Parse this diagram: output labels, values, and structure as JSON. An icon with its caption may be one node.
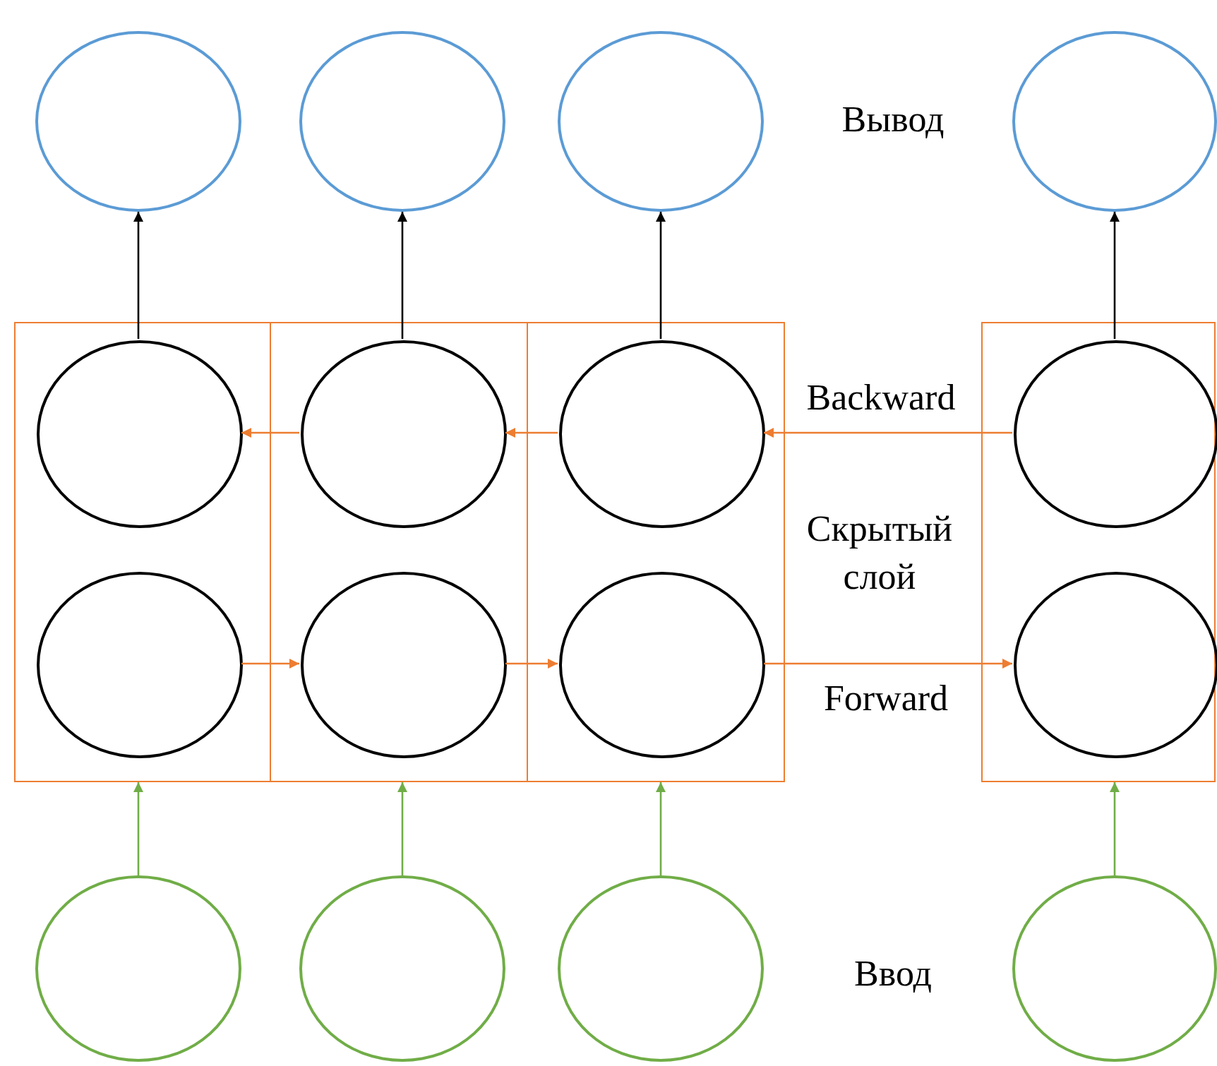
{
  "diagram": {
    "nodes": [
      {
        "text": [],
        "shape": "circle"
      },
      {
        "text": [],
        "shape": "circle"
      },
      {
        "text": [],
        "shape": "circle"
      },
      {
        "text": [],
        "shape": "circle"
      },
      {
        "text": [],
        "shape": "box"
      },
      {
        "text": [],
        "shape": "box"
      },
      {
        "text": [],
        "shape": "box"
      },
      {
        "text": [],
        "shape": "box"
      },
      {
        "text": [],
        "shape": "circle",
        "in": 4
      },
      {
        "text": [],
        "shape": "circle",
        "in": 4
      },
      {
        "text": [],
        "shape": "circle",
        "in": 5
      },
      {
        "text": [],
        "shape": "circle",
        "in": 5
      },
      {
        "text": [],
        "shape": "circle",
        "in": 6
      },
      {
        "text": [],
        "shape": "circle",
        "in": 6
      },
      {
        "text": [],
        "shape": "circle",
        "in": 7
      },
      {
        "text": [],
        "shape": "circle",
        "in": 7
      },
      {
        "text": [],
        "shape": "circle"
      },
      {
        "text": [],
        "shape": "circle"
      },
      {
        "text": [],
        "shape": "circle"
      },
      {
        "text": [],
        "shape": "circle"
      }
    ],
    "edges": [
      {
        "from": 8,
        "to": 0,
        "arrow": "to",
        "color": "#000000"
      },
      {
        "from": 10,
        "to": 1,
        "arrow": "to",
        "color": "#000000"
      },
      {
        "from": 12,
        "to": 2,
        "arrow": "to",
        "color": "#000000"
      },
      {
        "from": 14,
        "to": 3,
        "arrow": "to",
        "color": "#000000"
      },
      {
        "from": 14,
        "to": 12,
        "arrow": "to",
        "color": "#ed7d31"
      },
      {
        "from": 12,
        "to": 10,
        "arrow": "to",
        "color": "#ed7d31"
      },
      {
        "from": 10,
        "to": 8,
        "arrow": "to",
        "color": "#ed7d31"
      },
      {
        "from": 9,
        "to": 11,
        "arrow": "to",
        "color": "#ed7d31"
      },
      {
        "from": 11,
        "to": 13,
        "arrow": "to",
        "color": "#ed7d31"
      },
      {
        "from": 13,
        "to": 15,
        "arrow": "to",
        "color": "#ed7d31"
      },
      {
        "from": 16,
        "to": 4,
        "arrow": "to",
        "color": "#70ad47"
      },
      {
        "from": 17,
        "to": 5,
        "arrow": "to",
        "color": "#70ad47"
      },
      {
        "from": 18,
        "to": 6,
        "arrow": "to",
        "color": "#70ad47"
      },
      {
        "from": 19,
        "to": 7,
        "arrow": "to",
        "color": "#70ad47"
      }
    ],
    "labels": [
      "Вывод",
      "Backward",
      "Скрытый слой",
      "Forward",
      "Ввод"
    ]
  }
}
